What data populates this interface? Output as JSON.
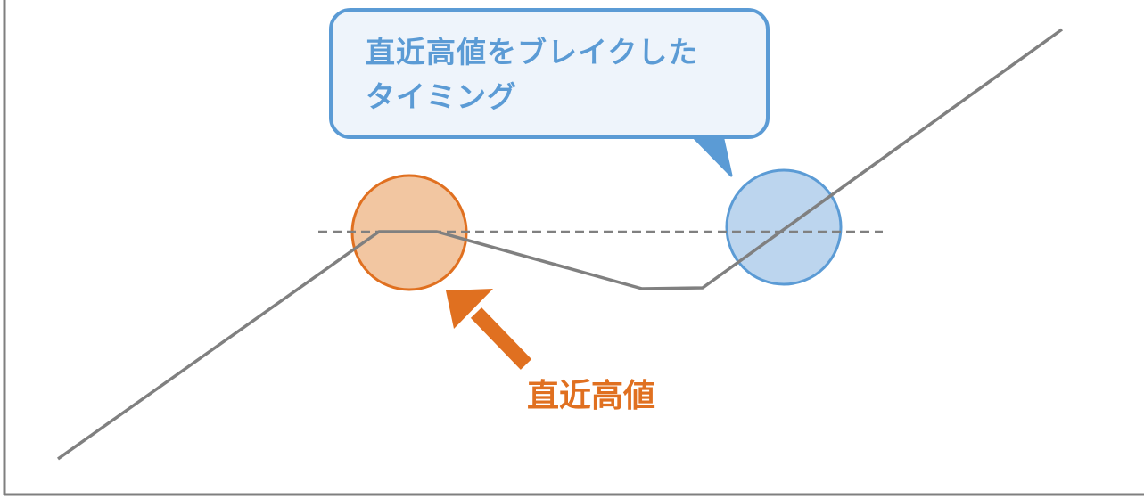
{
  "callout": {
    "line1": "直近高値をブレイクした",
    "line2": "タイミング"
  },
  "high_label": "直近高値",
  "colors": {
    "axis": "#7f7f7f",
    "price_line": "#808080",
    "dashed_line": "#808080",
    "high_circle_fill": "#f2c6a1",
    "high_circle_stroke": "#e07020",
    "break_circle_fill": "#bcd5ee",
    "break_circle_stroke": "#5b9bd5",
    "callout_fill": "#eef4fb",
    "callout_stroke": "#5b9bd5",
    "callout_text": "#5b9bd5",
    "arrow": "#e07020",
    "label_text": "#e07020"
  },
  "icons": {
    "arrow": "arrow-up-left-icon"
  }
}
